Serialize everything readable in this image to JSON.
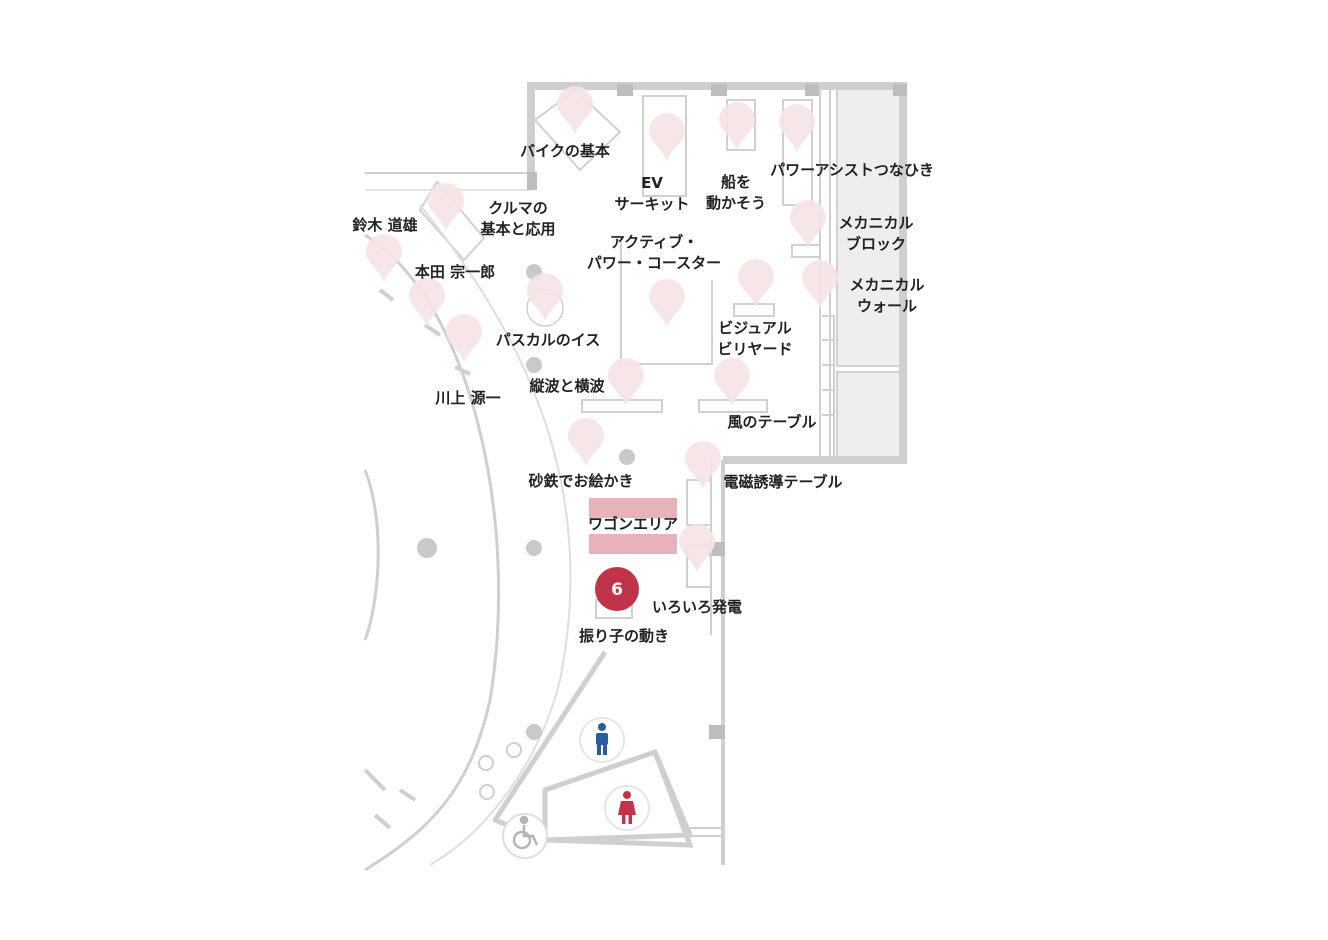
{
  "map": {
    "exhibits": [
      {
        "id": "bike",
        "lines": [
          "バイクの基本"
        ]
      },
      {
        "id": "ev",
        "lines": [
          "EV",
          "サーキット"
        ]
      },
      {
        "id": "ship",
        "lines": [
          "船を",
          "動かそう"
        ]
      },
      {
        "id": "power_assist",
        "lines": [
          "パワーアシストつなひき"
        ]
      },
      {
        "id": "car",
        "lines": [
          "クルマの",
          "基本と応用"
        ]
      },
      {
        "id": "suzuki",
        "lines": [
          "鈴木 道雄"
        ]
      },
      {
        "id": "mech_block",
        "lines": [
          "メカニカル",
          "ブロック"
        ]
      },
      {
        "id": "coaster",
        "lines": [
          "アクティブ・",
          "パワー・コースター"
        ]
      },
      {
        "id": "honda",
        "lines": [
          "本田 宗一郎"
        ]
      },
      {
        "id": "mech_wall",
        "lines": [
          "メカニカル",
          "ウォール"
        ]
      },
      {
        "id": "billiard",
        "lines": [
          "ビジュアル",
          "ビリヤード"
        ]
      },
      {
        "id": "pascal",
        "lines": [
          "パスカルのイス"
        ]
      },
      {
        "id": "waves",
        "lines": [
          "縦波と横波"
        ]
      },
      {
        "id": "kawakami",
        "lines": [
          "川上 源一"
        ]
      },
      {
        "id": "wind",
        "lines": [
          "風のテーブル"
        ]
      },
      {
        "id": "sand",
        "lines": [
          "砂鉄でお絵かき"
        ]
      },
      {
        "id": "induction",
        "lines": [
          "電磁誘導テーブル"
        ]
      },
      {
        "id": "wagon",
        "lines": [
          "ワゴンエリア"
        ]
      },
      {
        "id": "generator",
        "lines": [
          "いろいろ発電"
        ]
      },
      {
        "id": "pendulum",
        "lines": [
          "振り子の動き"
        ]
      }
    ],
    "current_marker": {
      "number": "6",
      "color": "#c0344a"
    },
    "colors": {
      "wall": "#cfcfcf",
      "pin": "#f6e3e4",
      "wagon": "#e8b3b8",
      "male": "#2a5d9f",
      "female": "#c0344a",
      "accessible": "#b5b5b5"
    },
    "facilities": [
      {
        "icon": "male-restroom-icon"
      },
      {
        "icon": "female-restroom-icon"
      },
      {
        "icon": "wheelchair-icon"
      }
    ]
  }
}
